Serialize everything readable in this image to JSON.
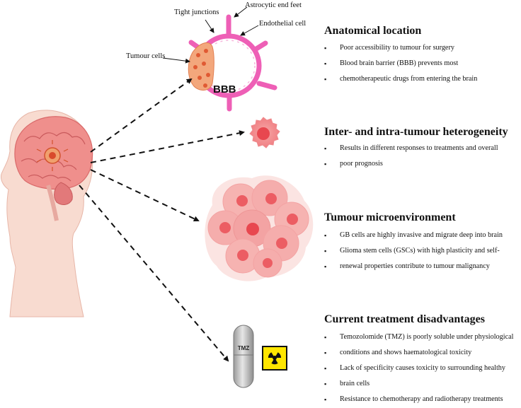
{
  "bbb_labels": {
    "tight_junctions": "Tight junctions",
    "astrocytic_end_feet": "Astrocytic end feet",
    "endothelial_cell": "Endothelial cell",
    "tumour_cells": "Tumour cells",
    "bbb": "BBB"
  },
  "sections": [
    {
      "title": "Anatomical location",
      "bullets": [
        "Poor accessibility to tumour for surgery",
        "Blood brain barrier (BBB) prevents most",
        "chemotherapeutic drugs from entering the brain"
      ]
    },
    {
      "title": "Inter- and intra-tumour heterogeneity",
      "bullets": [
        "Results in different responses to treatments and overall",
        "poor prognosis"
      ]
    },
    {
      "title": "Tumour microenvironment",
      "bullets": [
        "GB cells are highly invasive and migrate deep into brain",
        "Glioma stem cells (GSCs) with high plasticity and self-",
        "renewal properties contribute to tumour malignancy"
      ]
    },
    {
      "title": "Current treatment disadvantages",
      "bullets": [
        "Temozolomide (TMZ) is poorly soluble under physiological",
        "conditions and shows haematological toxicity",
        "Lack of specificity causes toxicity to surrounding healthy",
        "brain cells",
        "Resistance to chemotherapy and radiotherapy treatments"
      ]
    }
  ],
  "capsule_label": "TMZ",
  "colors": {
    "bbb_pink": "#ee5fb6",
    "tumour_orange": "#f29a6e",
    "cell_pink": "#f28b8f",
    "nucleus_red": "#e8474f",
    "skin": "#f8d9cf",
    "brain": "#ef8f8c",
    "hazard_yellow": "#ffe600"
  },
  "icons": [
    "head-with-brain-tumour-icon",
    "bbb-vessel-icon",
    "single-tumour-cell-icon",
    "tumour-cell-cluster-icon",
    "tmz-capsule-icon",
    "radiation-hazard-icon"
  ]
}
